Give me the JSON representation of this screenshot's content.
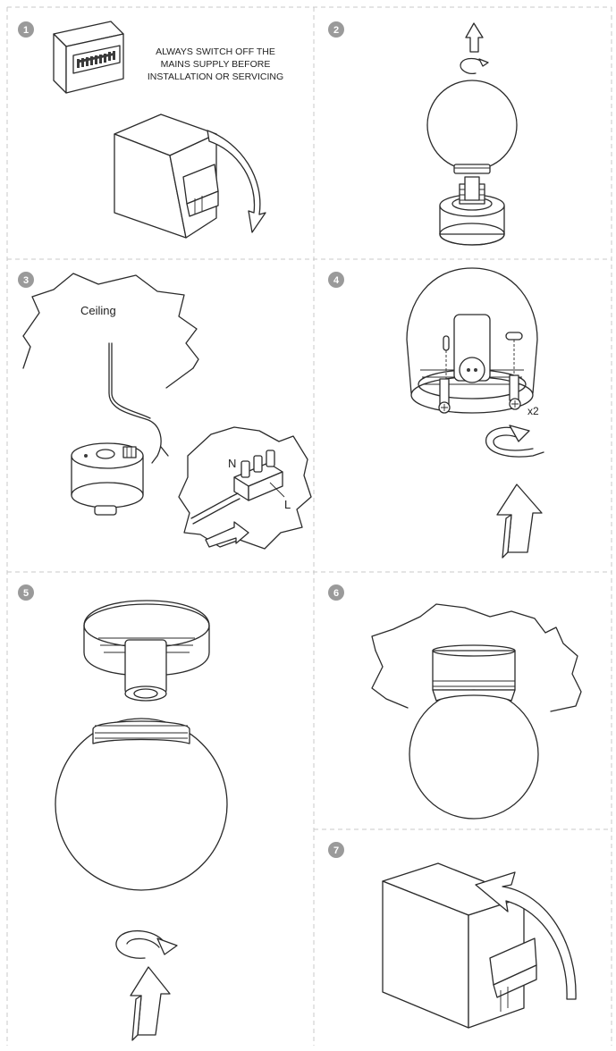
{
  "steps": [
    {
      "number": "1",
      "warning_lines": [
        "ALWAYS SWITCH OFF THE",
        "MAINS SUPPLY BEFORE",
        "INSTALLATION OR SERVICING"
      ]
    },
    {
      "number": "2"
    },
    {
      "number": "3",
      "ceiling_label": "Ceiling",
      "neutral_label": "N",
      "live_label": "L"
    },
    {
      "number": "4",
      "quantity_label": "x2"
    },
    {
      "number": "5"
    },
    {
      "number": "6"
    },
    {
      "number": "7"
    }
  ]
}
